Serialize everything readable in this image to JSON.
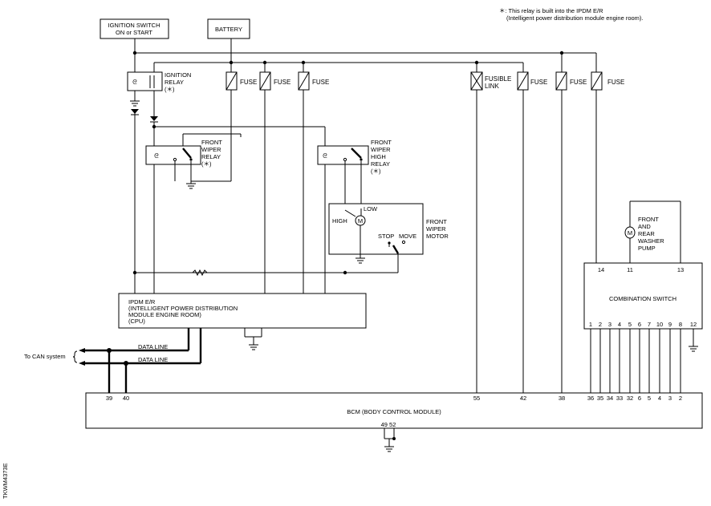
{
  "note": {
    "line1": "＊: This relay is built into the IPDM E/R",
    "line2": "(Intelligent power distribution module engine room)."
  },
  "ignition_switch": {
    "line1": "IGNITION SWITCH",
    "line2": "ON or START"
  },
  "battery": "BATTERY",
  "ignition_relay": {
    "line1": "IGNITION",
    "line2": "RELAY",
    "line3": "(＊)"
  },
  "fuse": "FUSE",
  "fusible_link": {
    "line1": "FUSIBLE",
    "line2": "LINK"
  },
  "front_wiper_relay": {
    "line1": "FRONT",
    "line2": "WIPER",
    "line3": "RELAY",
    "line4": "(＊)"
  },
  "front_wiper_high_relay": {
    "line1": "FRONT",
    "line2": "WIPER",
    "line3": "HIGH",
    "line4": "RELAY",
    "line5": "(＊)"
  },
  "wiper_motor": {
    "low": "LOW",
    "high": "HIGH",
    "stop": "STOP",
    "move": "MOVE",
    "line1": "FRONT",
    "line2": "WIPER",
    "line3": "MOTOR"
  },
  "washer_pump": {
    "line1": "FRONT",
    "line2": "AND",
    "line3": "REAR",
    "line4": "WASHER",
    "line5": "PUMP"
  },
  "combination_switch": {
    "label": "COMBINATION SWITCH",
    "top_pins": [
      "14",
      "11",
      "13"
    ],
    "bottom_pins": [
      "1",
      "2",
      "3",
      "4",
      "5",
      "6",
      "7",
      "10",
      "9",
      "8",
      "12"
    ]
  },
  "ipdm": {
    "line1": "IPDM E/R",
    "line2": "(INTELLIGENT POWER DISTRIBUTION",
    "line3": " MODULE ENGINE ROOM)",
    "line4": "(CPU)"
  },
  "data_line": "DATA LINE",
  "can_system": "To CAN system",
  "bcm": {
    "label": "BCM (BODY CONTROL MODULE)",
    "left_pins": [
      "39",
      "40"
    ],
    "right_pins": [
      "55",
      "42",
      "38",
      "36",
      "35",
      "34",
      "33",
      "32",
      "6",
      "5",
      "4",
      "3",
      "2"
    ],
    "ground_pins": "49 52"
  },
  "figure_code": "TKWM4373E"
}
